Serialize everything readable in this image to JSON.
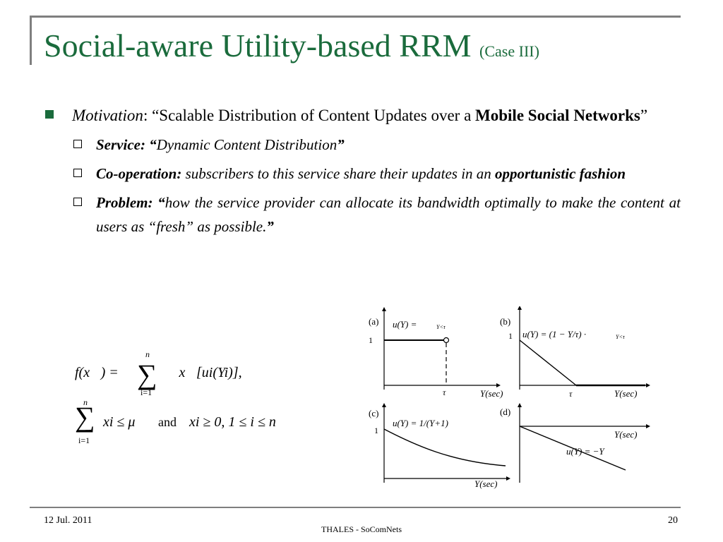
{
  "title": {
    "main": "Social-aware Utility-based RRM",
    "sub": "(Case III)"
  },
  "motivation": {
    "label": "Motivation",
    "colon": ":",
    "text_open": " “Scalable Distribution of Content Updates over a ",
    "bold": "Mobile Social Networks",
    "text_close": "”"
  },
  "items": [
    {
      "label": "Service: “",
      "text": "Dynamic Content Distribution",
      "text_bold": "",
      "close": "”"
    },
    {
      "label": "Co-operation:",
      "text": " subscribers to this service share their updates in an ",
      "text_bold": "opportunistic fashion",
      "close": ""
    },
    {
      "label": "Problem: “",
      "text": "how the service provider can allocate its bandwidth optimally to make the content at users as “fresh” as possible.",
      "text_bold": "",
      "close": "”"
    }
  ],
  "formula": {
    "f_lhs": "f(x⃗) = ",
    "sum_top": "n",
    "sum_bottom": "i=1",
    "f_rhs": "𝔼x⃗[ui(Yi)],",
    "c_lhs": "xi ≤ μ",
    "and": "and",
    "c_rhs": "xi ≥ 0,  1 ≤ i ≤ n"
  },
  "plots": {
    "a": {
      "tag": "(a)",
      "formula": "u(Y) =",
      "cond": "Y<τ",
      "one": "1",
      "tau": "τ",
      "xlabel": "Y(sec)"
    },
    "b": {
      "tag": "(b)",
      "formula": "u(Y) = (1 − Y/τ) ·",
      "cond": "Y<τ",
      "one": "1",
      "tau": "τ",
      "xlabel": "Y(sec)"
    },
    "c": {
      "tag": "(c)",
      "formula": "u(Y) = 1/(Y+1)",
      "one": "1",
      "xlabel": "Y(sec)"
    },
    "d": {
      "tag": "(d)",
      "formula": "u(Y) = −Y",
      "xlabel": "Y(sec)"
    }
  },
  "footer": {
    "date": "12 Jul. 2011",
    "center": "THALES - SoComNets",
    "page": "20"
  },
  "colors": {
    "title": "#1a6b3c",
    "rule": "#7f7f7f"
  }
}
